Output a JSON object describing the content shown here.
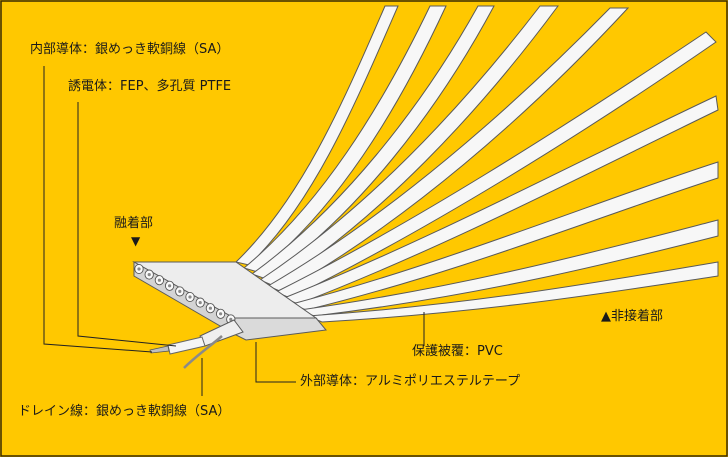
{
  "colors": {
    "background": "#FFC800",
    "frame": "#3a2a00",
    "cable_face": "#F7F7F7",
    "cable_shade": "#C9C9C9",
    "cable_edge": "#5a5a5a",
    "leader": "#222222"
  },
  "labels": {
    "inner_conductor": "内部導体：銀めっき軟銅線（SA）",
    "dielectric": "誘電体：FEP、多孔質 PTFE",
    "fused_part": "融着部",
    "fused_marker": "▼",
    "non_bonded": "▲非接着部",
    "jacket": "保護被覆：PVC",
    "outer_conductor": "外部導体：アルミポリエステルテープ",
    "drain_wire": "ドレイン線：銀めっき軟銅線（SA）"
  }
}
